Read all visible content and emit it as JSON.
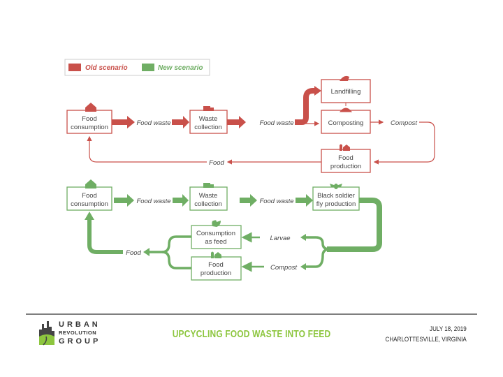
{
  "legend": {
    "old_label": "Old scenario",
    "new_label": "New scenario",
    "old_color": "#c9504a",
    "new_color": "#6fae64"
  },
  "old": {
    "food_consumption": [
      "Food",
      "consumption"
    ],
    "flow_food_waste_1": "Food waste",
    "waste_collection": [
      "Waste",
      "collection"
    ],
    "flow_food_waste_2": "Food waste",
    "landfilling": "Landfilling",
    "composting": "Composting",
    "flow_compost": "Compost",
    "food_production": [
      "Food",
      "production"
    ],
    "flow_food": "Food"
  },
  "new": {
    "food_consumption": [
      "Food",
      "consumption"
    ],
    "flow_food_waste_1": "Food waste",
    "waste_collection": [
      "Waste",
      "collection"
    ],
    "flow_food_waste_2": "Food waste",
    "bsf": [
      "Black soldier",
      "fly production"
    ],
    "flow_larvae": "Larvae",
    "flow_compost": "Compost",
    "consumption_feed": [
      "Consumption",
      "as feed"
    ],
    "food_production": [
      "Food",
      "production"
    ],
    "flow_food": "Food"
  },
  "footer": {
    "logo": [
      "URBAN",
      "REVOLUTION",
      "GROUP"
    ],
    "title": "UPCYCLING FOOD WASTE INTO FEED",
    "date": "JULY 18, 2019",
    "location": "CHARLOTTESVILLE, VIRGINIA"
  }
}
